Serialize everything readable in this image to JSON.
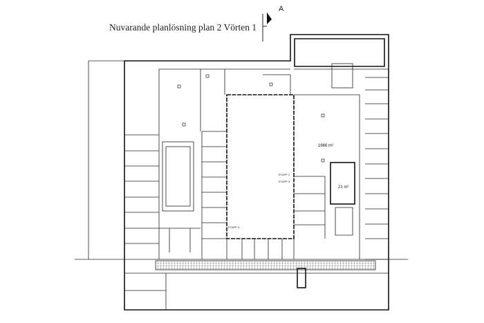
{
  "title": "Nuvarande planlösning plan 2 Vörten 1",
  "section_marker": "A",
  "labels": {
    "main_area": "1666 m²",
    "small_area": "21 m²",
    "etapp_2": "ETAPP 2",
    "etapp_3a": "ETAPP 3",
    "etapp_3b": "ETAPP 3"
  }
}
